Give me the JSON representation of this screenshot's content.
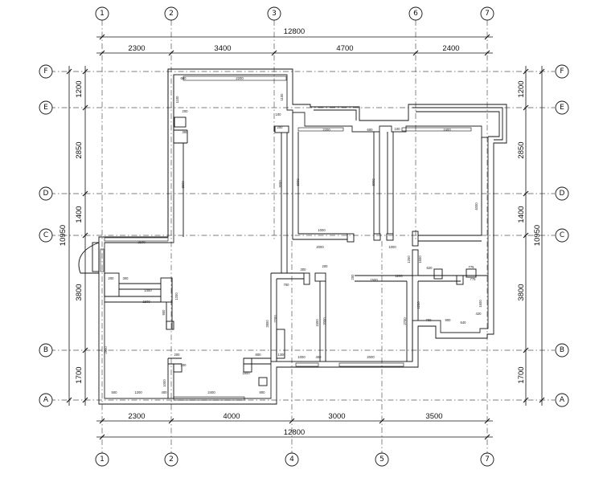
{
  "top_axes": [
    "1",
    "2",
    "3",
    "6",
    "7"
  ],
  "bottom_axes": [
    "1",
    "2",
    "4",
    "5",
    "7"
  ],
  "left_axes": [
    "F",
    "E",
    "D",
    "C",
    "B",
    "A"
  ],
  "right_axes": [
    "F",
    "E",
    "D",
    "C",
    "B",
    "A"
  ],
  "top_total": "12800",
  "top_segments": [
    "2300",
    "3400",
    "4700",
    "2400"
  ],
  "bottom_segments": [
    "2300",
    "4000",
    "3000",
    "3500"
  ],
  "bottom_total": "12800",
  "left_segments": [
    "1200",
    "2850",
    "1400",
    "3800",
    "1700"
  ],
  "left_total": "10950",
  "right_segments": [
    "1200",
    "2850",
    "1400",
    "3800",
    "1700"
  ],
  "right_total": "10950",
  "notes": {
    "n_2200_top": "2200",
    "n_600_a": "600",
    "n_1100_a": "1100",
    "n_1100_b": "1100",
    "n_200_a": "200",
    "n_300_a": "300",
    "n_100_a": "100",
    "n_200_b": "200",
    "n_2200_r1": "2200",
    "n_600_b": "600",
    "n_100_b": "100",
    "n_2400_r2": "2400",
    "n_3500_a": "3500",
    "n_3000_a": "3000",
    "n_3000_b": "3000",
    "n_3000_c": "3000",
    "n_4000_a": "4000",
    "n_1000_a": "1000",
    "n_2000_a": "2000",
    "n_1000_b": "1000",
    "n_2100_a": "2100",
    "n_200_c": "200",
    "n_300_b": "300",
    "n_1400_a": "1400",
    "n_1500_a": "1500",
    "n_1200_a": "1200",
    "n_900_a": "900",
    "n_2900_a": "2900",
    "n_1200_b": "1200",
    "n_400_a": "400",
    "n_2400_b": "2400",
    "n_500_a": "500",
    "n_800_a": "800",
    "n_1000_c": "1000",
    "n_2800_a": "2800",
    "n_2200_b": "2200",
    "n_1500_b": "1500",
    "n_1500_c": "1500",
    "n_1200_c": "1200",
    "n_200_d": "200",
    "n_700_a": "700",
    "n_300_c": "300",
    "n_400_b": "400",
    "n_2000_b": "2000",
    "n_1200_d": "1200",
    "n_1200_e": "1200",
    "n_2700_a": "2700",
    "n_1500_d": "1500",
    "n_620_a": "620",
    "n_775_a": "775",
    "n_775_b": "775",
    "n_700_b": "700",
    "n_1600_a": "1600",
    "n_420_a": "420",
    "n_900_b": "900",
    "n_640_a": "640",
    "n_1000_d": "1000",
    "n_2000_c": "2000",
    "n_200_e": "200",
    "n_300_d": "300",
    "n_800_b": "800",
    "n_1800_a": "1800",
    "n_1300_a": "1300",
    "n_200_f": "200"
  }
}
